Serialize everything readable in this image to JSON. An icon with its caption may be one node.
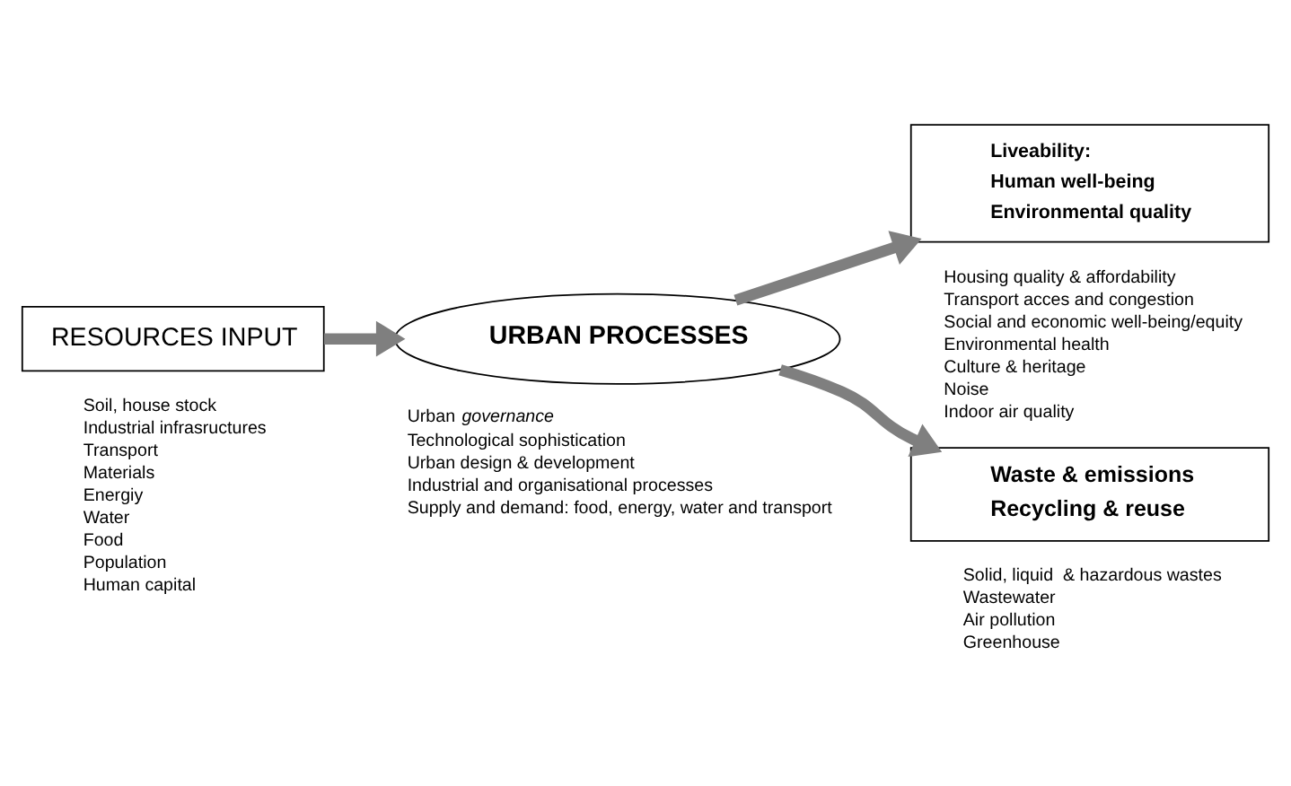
{
  "diagram": {
    "nodes": [
      {
        "text": [
          "RESOURCES INPUT"
        ],
        "beside": [
          "Soil, house stock",
          "Industrial infrasructures",
          "Transport",
          "Materials",
          "Energiy",
          "Water",
          "Food",
          "Population",
          "Human capital"
        ]
      },
      {
        "text": [
          "URBAN PROCESSES"
        ],
        "beside": [
          "Urban *governance*",
          "Technological sophistication",
          "Urban design & development",
          "Industrial and organisational processes",
          "Supply and demand: food, energy, water and transport"
        ]
      },
      {
        "text": [
          "Liveability:",
          "Human well-being",
          "Environmental quality"
        ],
        "beside": [
          "Housing quality & affordability",
          "Transport acces and congestion",
          "Social and economic well-being/equity",
          "Environmental health",
          "Culture & heritage",
          "Noise",
          "Indoor air quality"
        ]
      },
      {
        "text": [
          "Waste & emissions",
          "Recycling & reuse"
        ],
        "beside": [
          "Solid, liquid  & hazardous wastes",
          "Wastewater",
          "Air pollution",
          "Greenhouse"
        ]
      }
    ],
    "edges": [
      {
        "from": 0,
        "to": 1,
        "arrow": "to"
      },
      {
        "from": 1,
        "to": 2,
        "arrow": "to"
      },
      {
        "from": 1,
        "to": 3,
        "arrow": "to"
      }
    ]
  }
}
